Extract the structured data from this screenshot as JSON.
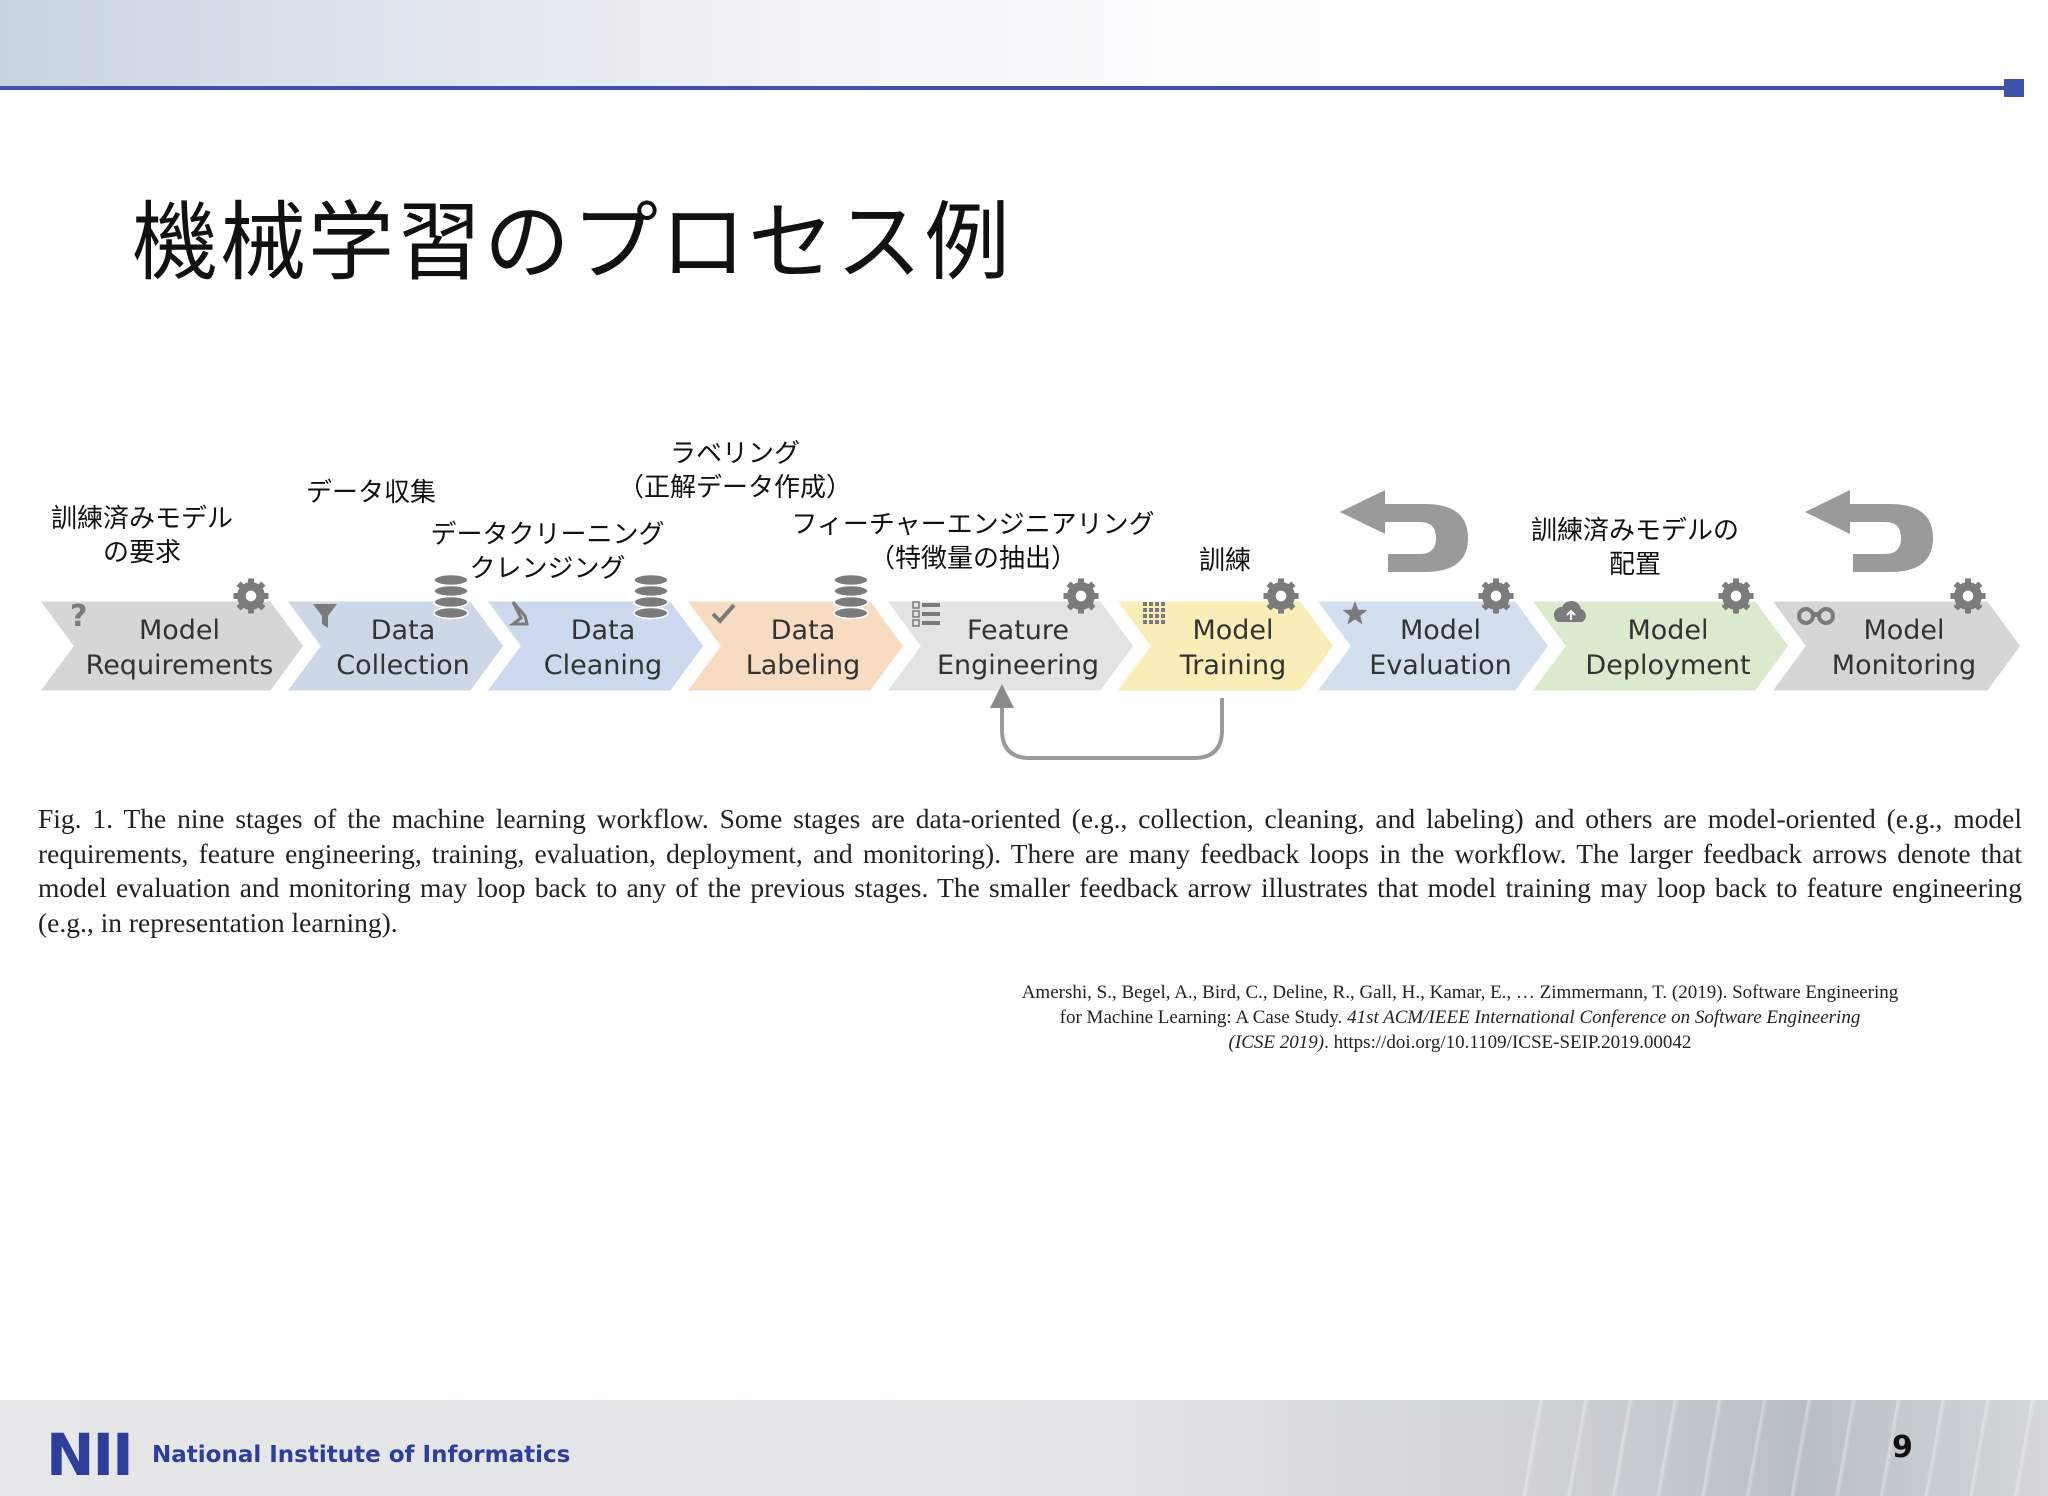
{
  "title": "機械学習のプロセス例",
  "jp_labels": {
    "model_requirements": [
      "訓練済みモデル",
      "の要求"
    ],
    "data_collection": [
      "データ収集"
    ],
    "data_cleaning": [
      "データクリーニング",
      "クレンジング"
    ],
    "data_labeling": [
      "ラベリング",
      "（正解データ作成）"
    ],
    "feature_engineering": [
      "フィーチャーエンジニアリング",
      "（特徴量の抽出）"
    ],
    "model_training": [
      "訓練"
    ],
    "model_deployment": [
      "訓練済みモデルの",
      "配置"
    ]
  },
  "stages": [
    {
      "line1": "Model",
      "line2": "Requirements",
      "fill": "#d6d6d6",
      "icon": "question-icon",
      "badge": "gear-icon"
    },
    {
      "line1": "Data",
      "line2": "Collection",
      "fill": "#cdd7e8",
      "icon": "funnel-icon",
      "badge": "database-icon"
    },
    {
      "line1": "Data",
      "line2": "Cleaning",
      "fill": "#cdd9ee",
      "icon": "broom-icon",
      "badge": "database-icon"
    },
    {
      "line1": "Data",
      "line2": "Labeling",
      "fill": "#f7dcc2",
      "icon": "check-icon",
      "badge": "database-icon"
    },
    {
      "line1": "Feature",
      "line2": "Engineering",
      "fill": "#e3e3e3",
      "icon": "list-icon",
      "badge": "gear-icon"
    },
    {
      "line1": "Model",
      "line2": "Training",
      "fill": "#fbedb8",
      "icon": "grid-icon",
      "badge": "gear-icon"
    },
    {
      "line1": "Model",
      "line2": "Evaluation",
      "fill": "#d3deef",
      "icon": "star-icon",
      "badge": "gear-icon"
    },
    {
      "line1": "Model",
      "line2": "Deployment",
      "fill": "#dbe9cc",
      "icon": "cloud-upload-icon",
      "badge": "gear-icon"
    },
    {
      "line1": "Model",
      "line2": "Monitoring",
      "fill": "#d6d6d6",
      "icon": "binoculars-icon",
      "badge": "gear-icon"
    }
  ],
  "caption": "Fig. 1.  The nine stages of the machine learning workflow. Some stages are data-oriented (e.g., collection, cleaning, and labeling) and others are model-oriented (e.g., model requirements, feature engineering, training, evaluation, deployment, and monitoring). There are many feedback loops in the workflow. The larger feedback arrows denote that model evaluation and monitoring may loop back to any of the previous stages. The smaller feedback arrow illustrates that model training may loop back to feature engineering (e.g., in representation learning).",
  "reference": {
    "line1": "Amershi, S., Begel, A., Bird, C., Deline, R., Gall, H., Kamar, E., … Zimmermann, T. (2019). Software Engineering",
    "line2_plain": "for Machine Learning: A Case Study. ",
    "line2_italic": "41st ACM/IEEE International Conference on Software Engineering",
    "line3_italic": "(ICSE 2019)",
    "line3_plain": ". https://doi.org/10.1109/ICSE-SEIP.2019.00042"
  },
  "footer": {
    "logo_mark": "NII",
    "institute": "National Institute of Informatics",
    "page_number": "9"
  },
  "colors": {
    "accent": "#3d52a8",
    "stage_text": "#333333",
    "icon_gray": "#7b7b7b"
  }
}
